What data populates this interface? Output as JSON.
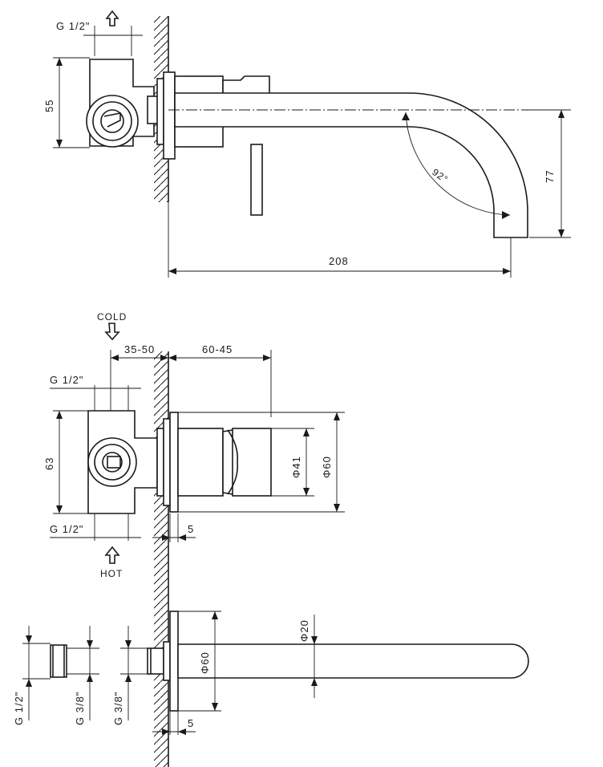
{
  "top_view": {
    "inlet_label": "G 1/2\"",
    "height_dim": "55",
    "length_dim": "208",
    "spout_drop_dim": "77",
    "spout_angle": "92°"
  },
  "middle_view": {
    "cold_label": "COLD",
    "hot_label": "HOT",
    "wall_depth_dim": "35-50",
    "projection_dim": "60-45",
    "inlet_top_label": "G 1/2\"",
    "inlet_bottom_label": "G 1/2\"",
    "body_height_dim": "63",
    "handle_diameter": "Φ41",
    "plate_diameter": "Φ60",
    "plate_thickness": "5"
  },
  "bottom_view": {
    "adapter_outer_thread": "G 1/2\"",
    "adapter_inner_thread": "G 3/8\"",
    "spout_thread": "G 3/8\"",
    "rosette_diameter": "Φ60",
    "spout_diameter": "Φ20",
    "plate_thickness": "5"
  }
}
